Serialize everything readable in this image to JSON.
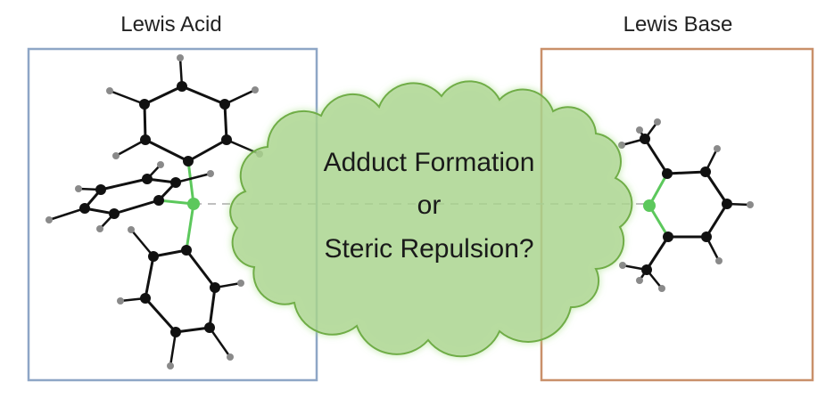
{
  "panels": {
    "acid": {
      "title": "Lewis Acid",
      "border_color": "#8ea6c6"
    },
    "base": {
      "title": "Lewis Base",
      "border_color": "#c9906a"
    }
  },
  "cloud": {
    "lines": [
      "Adduct Formation",
      "or",
      "Steric Repulsion?"
    ],
    "fill_color": "#a9d18e",
    "stroke_color": "#70ad47"
  },
  "atom_colors": {
    "carbon": "#111111",
    "hydrogen": "#8a8a8a",
    "boron": "#5cc85c",
    "nitrogen": "#5cc85c"
  }
}
